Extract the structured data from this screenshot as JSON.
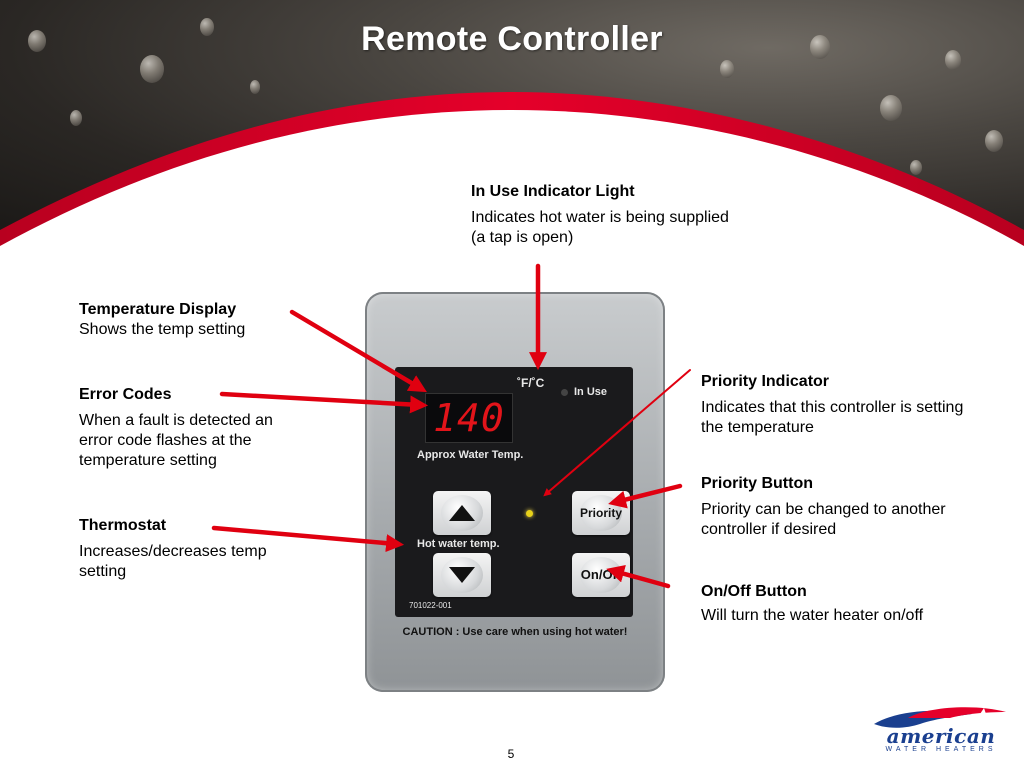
{
  "title": "Remote Controller",
  "labels": {
    "in_use": {
      "title": "In Use Indicator Light",
      "desc": "Indicates hot water is being supplied (a tap is open)"
    },
    "temp_display": {
      "title": "Temperature Display",
      "desc": "Shows the temp setting"
    },
    "error_codes": {
      "title": "Error Codes",
      "desc": "When a fault is detected an error code flashes at the temperature setting"
    },
    "thermostat": {
      "title": "Thermostat",
      "desc": "Increases/decreases temp setting"
    },
    "priority_indicator": {
      "title": "Priority Indicator",
      "desc": "Indicates that this controller is setting the temperature"
    },
    "priority_button": {
      "title": "Priority Button",
      "desc": "Priority can be changed to another controller if desired"
    },
    "onoff_button": {
      "title": "On/Off Button",
      "desc": "Will turn the water heater on/off"
    }
  },
  "controller": {
    "display_value": "140",
    "unit_label": "˚F/˚C",
    "in_use_label": "In Use",
    "display_caption": "Approx Water Temp.",
    "hot_water_label": "Hot water temp.",
    "priority_label": "Priority",
    "onoff_label": "On/Off",
    "model_number": "701022-001",
    "caution": "CAUTION : Use care when using hot water!"
  },
  "logo": {
    "word": "american",
    "tagline": "WATER HEATERS"
  },
  "page_number": "5",
  "colors": {
    "accent": "#e5002a",
    "arrow": "#e00010",
    "lcd_digits": "#e2141a",
    "logo_blue": "#1a3f8f"
  }
}
